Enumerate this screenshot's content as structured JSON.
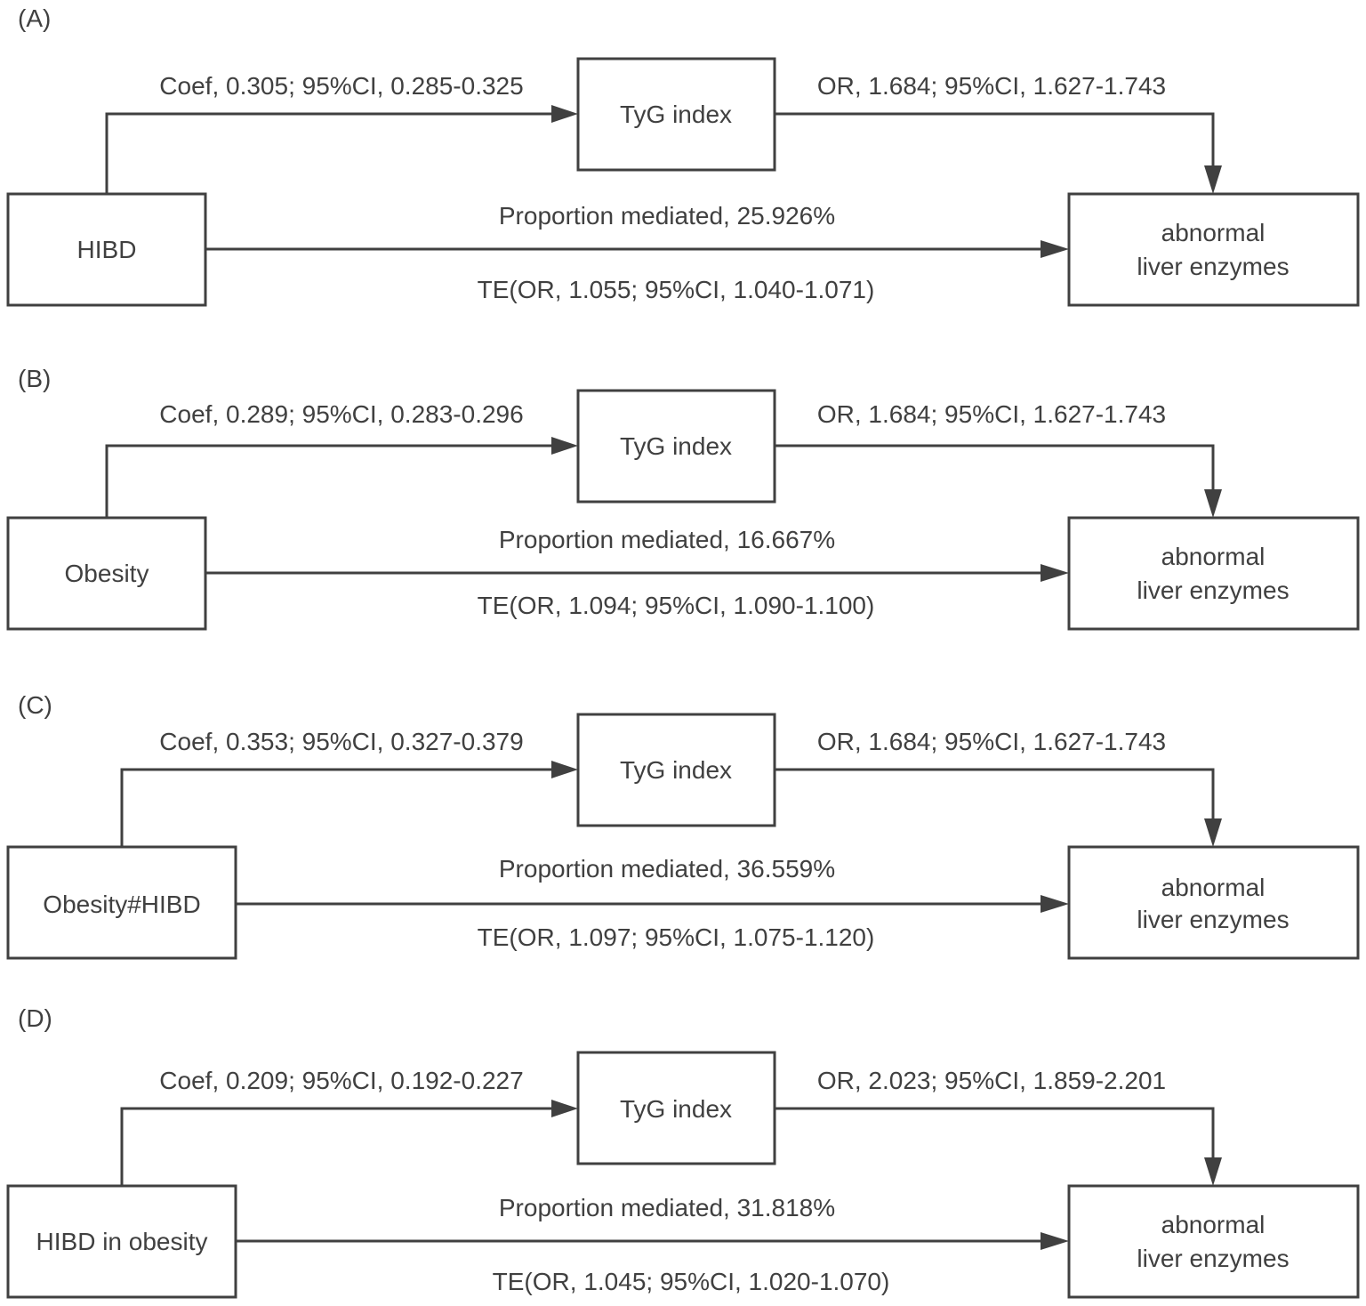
{
  "panels": [
    {
      "label": "(A)",
      "exposure": "HIBD",
      "mediator": "TyG index",
      "outcome": [
        "abnormal",
        "liver enzymes"
      ],
      "path_a": "Coef, 0.305; 95%CI, 0.285-0.325",
      "path_b": "OR, 1.684; 95%CI, 1.627-1.743",
      "proportion": "Proportion mediated, 25.926%",
      "total_effect": "TE(OR, 1.055; 95%CI, 1.040-1.071)"
    },
    {
      "label": "(B)",
      "exposure": "Obesity",
      "mediator": "TyG index",
      "outcome": [
        "abnormal",
        "liver enzymes"
      ],
      "path_a": "Coef, 0.289; 95%CI, 0.283-0.296",
      "path_b": "OR, 1.684; 95%CI, 1.627-1.743",
      "proportion": "Proportion mediated, 16.667%",
      "total_effect": "TE(OR, 1.094; 95%CI, 1.090-1.100)"
    },
    {
      "label": "(C)",
      "exposure": "Obesity#HIBD",
      "mediator": "TyG index",
      "outcome": [
        "abnormal",
        "liver enzymes"
      ],
      "path_a": "Coef, 0.353; 95%CI, 0.327-0.379",
      "path_b": "OR, 1.684; 95%CI, 1.627-1.743",
      "proportion": "Proportion mediated, 36.559%",
      "total_effect": "TE(OR, 1.097; 95%CI, 1.075-1.120)"
    },
    {
      "label": "(D)",
      "exposure": "HIBD in obesity",
      "mediator": "TyG index",
      "outcome": [
        "abnormal",
        "liver enzymes"
      ],
      "path_a": "Coef, 0.209; 95%CI, 0.192-0.227",
      "path_b": "OR, 2.023; 95%CI, 1.859-2.201",
      "proportion": "Proportion mediated, 31.818%",
      "total_effect": "TE(OR, 1.045; 95%CI, 1.020-1.070)"
    }
  ]
}
